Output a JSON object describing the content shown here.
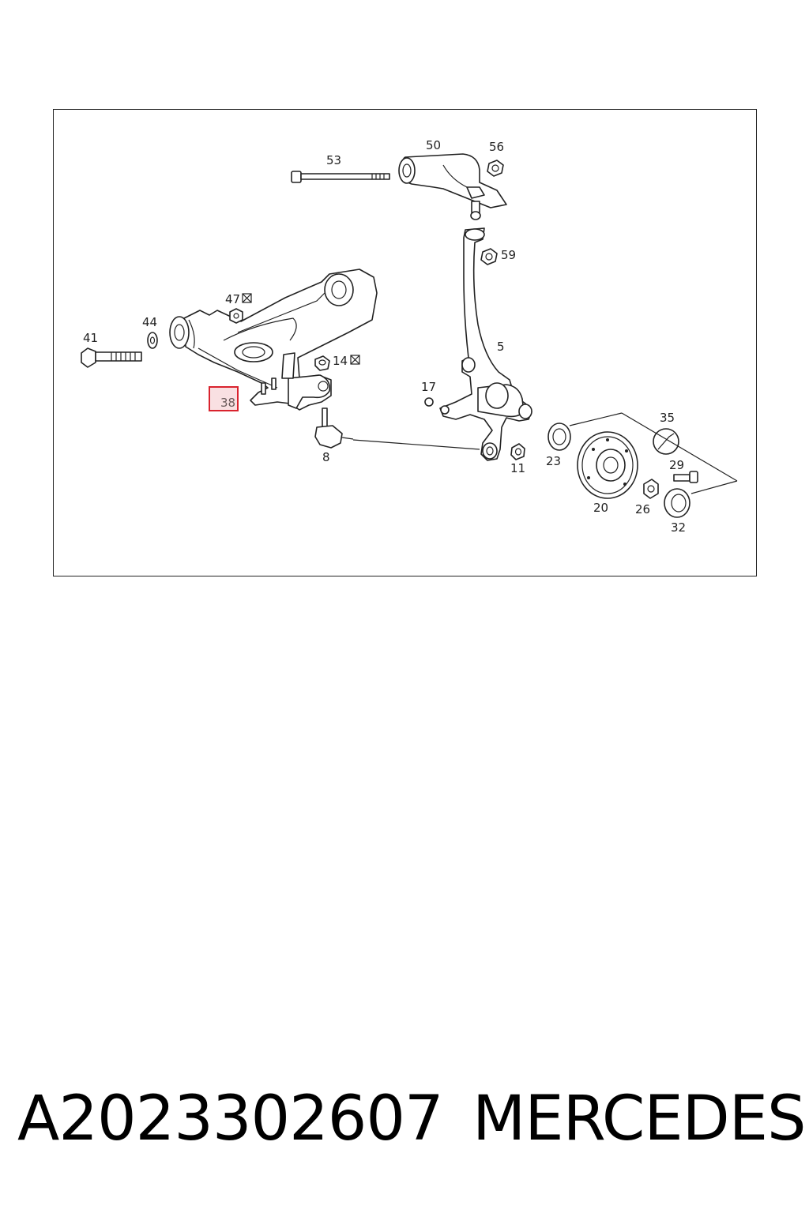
{
  "diagram": {
    "labels": {
      "l53": "53",
      "l50": "50",
      "l56": "56",
      "l59": "59",
      "l47": "47",
      "l41": "41",
      "l44": "44",
      "l5": "5",
      "l14": "14",
      "l17": "17",
      "l38": "38",
      "l8": "8",
      "l35": "35",
      "l23": "23",
      "l11": "11",
      "l29": "29",
      "l20": "20",
      "l26": "26",
      "l32": "32"
    },
    "highlight_color": "#d9232e"
  },
  "caption": {
    "part_number": "A2023302607",
    "brand": "MERCEDES"
  }
}
